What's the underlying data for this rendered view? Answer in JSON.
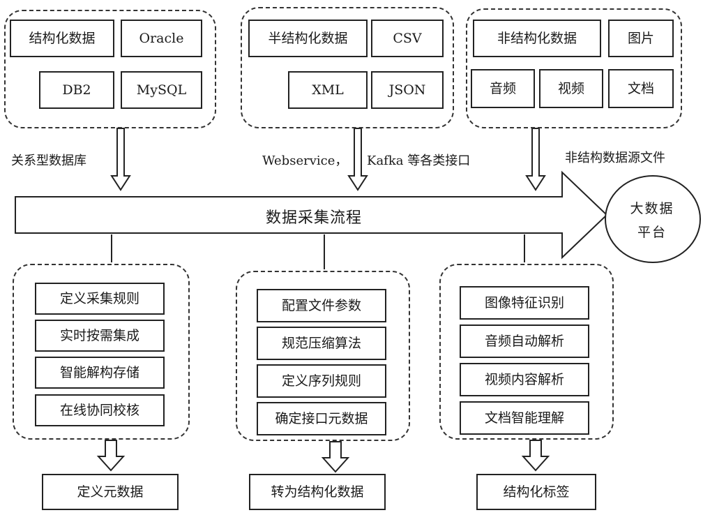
{
  "sources": {
    "structured": {
      "header": "结构化数据",
      "items": [
        "Oracle",
        "DB2",
        "MySQL"
      ],
      "channel": "关系型数据库"
    },
    "semi": {
      "header": "半结构化数据",
      "items": [
        "CSV",
        "XML",
        "JSON"
      ],
      "channel_a": "Webservice，",
      "channel_b": "Kafka 等各类接口"
    },
    "unstructured": {
      "header": "非结构化数据",
      "items": [
        "图片",
        "音频",
        "视频",
        "文档"
      ],
      "channel": "非结构数据源文件"
    }
  },
  "flow": {
    "title": "数据采集流程",
    "target_line1": "大数据",
    "target_line2": "平台"
  },
  "processing": {
    "structured": {
      "steps": [
        "定义采集规则",
        "实时按需集成",
        "智能解构存储",
        "在线协同校核"
      ],
      "output": "定义元数据"
    },
    "semi": {
      "steps": [
        "配置文件参数",
        "规范压缩算法",
        "定义序列规则",
        "确定接口元数据"
      ],
      "output": "转为结构化数据"
    },
    "unstructured": {
      "steps": [
        "图像特征识别",
        "音频自动解析",
        "视频内容解析",
        "文档智能理解"
      ],
      "output": "结构化标签"
    }
  }
}
